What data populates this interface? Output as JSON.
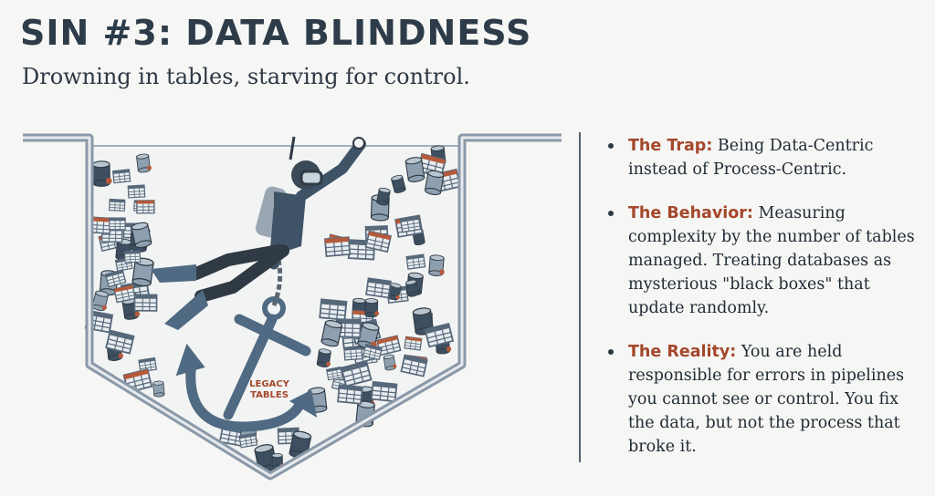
{
  "title": "SIN #3: DATA BLINDNESS",
  "subtitle": "Drowning in tables, starving for control.",
  "illustration": {
    "anchor_label_line1": "LEGACY",
    "anchor_label_line2": "TABLES",
    "icons": [
      "table-icon",
      "database-icon",
      "diver-icon",
      "anchor-icon",
      "chain-icon"
    ]
  },
  "bullets": [
    {
      "label": "The Trap:",
      "text": "Being Data-Centric instead of Process-Centric."
    },
    {
      "label": "The Behavior:",
      "text": "Measuring complexity by the number of tables managed. Treating databases as mysterious \"black boxes\" that update randomly."
    },
    {
      "label": "The Reality:",
      "text": "You are held responsible for errors in pipelines you cannot see or control. You fix the data, but not the process that broke it."
    }
  ],
  "colors": {
    "accent": "#a4472a",
    "title": "#2e3c49",
    "steel": "#50697f"
  }
}
